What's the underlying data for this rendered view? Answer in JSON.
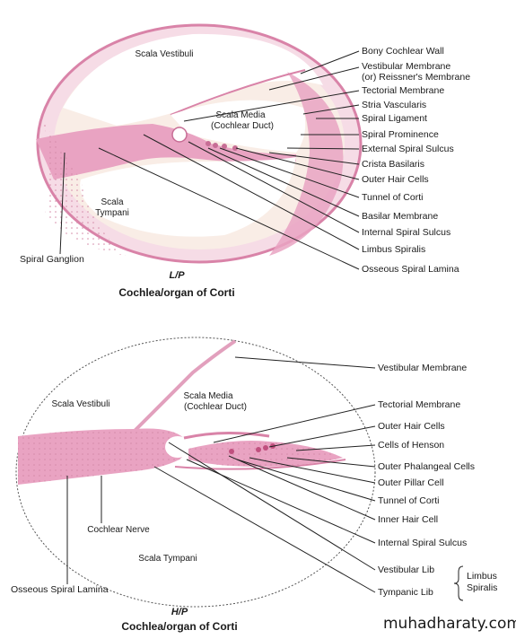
{
  "colors": {
    "tissue": "#e9a3c2",
    "tissue_light": "#f6dce6",
    "fluid_fill": "#fbf3e6",
    "leader": "#222222"
  },
  "fig1": {
    "inner": {
      "scala_vestibuli": "Scala Vestibuli",
      "scala_media_1": "Scala Media",
      "scala_media_2": "(Cochlear Duct)",
      "scala_tympani_1": "Scala",
      "scala_tympani_2": "Tympani",
      "spiral_ganglion": "Spiral Ganglion"
    },
    "labels": [
      "Bony Cochlear Wall",
      "Vestibular Membrane",
      "(or) Reissner's Membrane",
      "Tectorial Membrane",
      "Stria Vascularis",
      "Spiral Ligament",
      "Spiral Prominence",
      "External Spiral Sulcus",
      "Crista Basilaris",
      "Outer Hair Cells",
      "Tunnel of Corti",
      "Basilar Membrane",
      "Internal Spiral Sulcus",
      "Limbus Spiralis",
      "Osseous Spiral Lamina"
    ],
    "magnification": "L/P",
    "title": "Cochlea/organ of Corti"
  },
  "fig2": {
    "inner": {
      "scala_vestibuli": "Scala Vestibuli",
      "scala_media_1": "Scala Media",
      "scala_media_2": "(Cochlear Duct)",
      "cochlear_nerve": "Cochlear Nerve",
      "scala_tympani": "Scala Tympani",
      "osseous_spiral_lamina": "Osseous Spiral Lamina"
    },
    "labels": [
      "Vestibular Membrane",
      "Tectorial Membrane",
      "Outer Hair Cells",
      "Cells of Henson",
      "Outer Phalangeal Cells",
      "Outer Pillar Cell",
      "Tunnel of Corti",
      "Inner Hair Cell",
      "Internal Spiral Sulcus",
      "Vestibular Lib",
      "Tympanic Lib"
    ],
    "bracket_label_1": "Limbus",
    "bracket_label_2": "Spiralis",
    "magnification": "H/P",
    "title": "Cochlea/organ of Corti"
  },
  "watermark": "muhadharaty.com"
}
